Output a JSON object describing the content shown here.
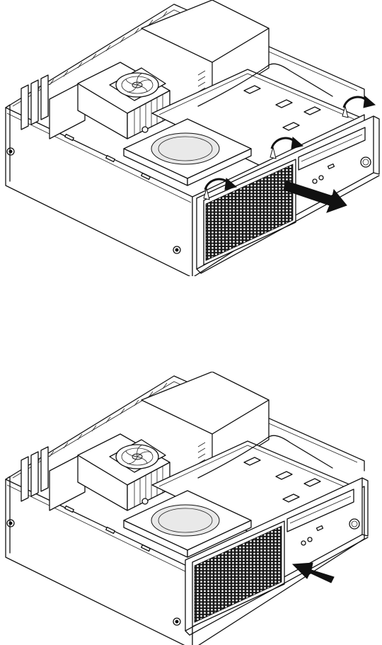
{
  "diagram": {
    "steps": [
      {
        "id": "remove-bezel",
        "arrow_direction": "out"
      },
      {
        "id": "install-bezel",
        "arrow_direction": "in"
      }
    ],
    "parts": [
      "chassis",
      "fan-heatsink",
      "power-supply",
      "drive-bay",
      "hard-disk",
      "optical-drive",
      "front-bezel",
      "mesh-grille",
      "bezel-tabs"
    ],
    "colors": {
      "line": "#111111",
      "background": "#ffffff",
      "arrow": "#111111"
    }
  }
}
